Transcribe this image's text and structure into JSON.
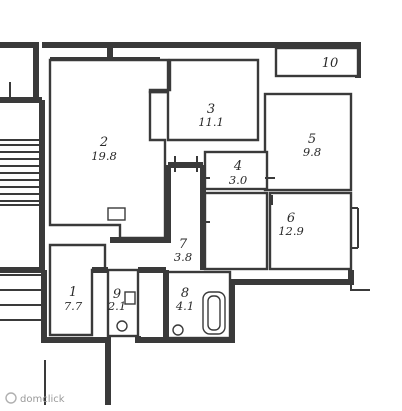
{
  "rooms": [
    {
      "id": "1",
      "area": "7.7"
    },
    {
      "id": "2",
      "area": "19.8"
    },
    {
      "id": "3",
      "area": "11.1"
    },
    {
      "id": "4",
      "area": "3.0"
    },
    {
      "id": "5",
      "area": "9.8"
    },
    {
      "id": "6",
      "area": "12.9"
    },
    {
      "id": "7",
      "area": "3.8"
    },
    {
      "id": "8",
      "area": "4.1"
    },
    {
      "id": "9",
      "area": "2.1"
    },
    {
      "id": "10",
      "area": ""
    }
  ],
  "watermark": "domclick"
}
